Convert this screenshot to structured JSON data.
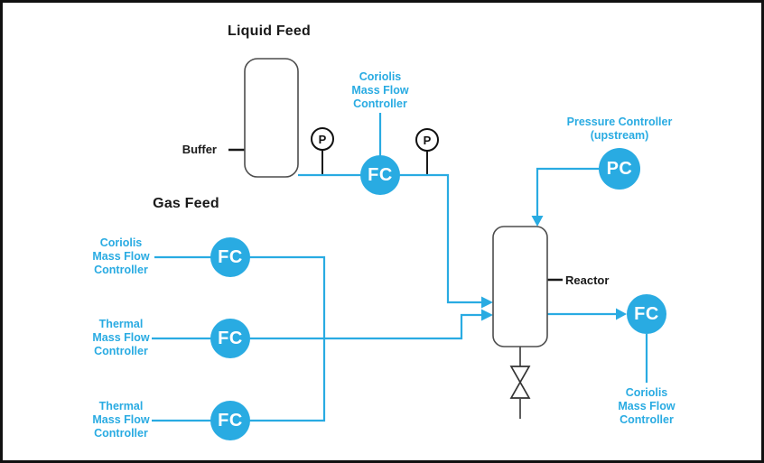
{
  "colors": {
    "accent": "#29ABE2",
    "ink": "#111111",
    "vessel_stroke": "#4d4d4d"
  },
  "titles": {
    "liquid_feed": "Liquid Feed",
    "gas_feed": "Gas Feed"
  },
  "labels": {
    "buffer": "Buffer",
    "reactor": "Reactor"
  },
  "instruments": {
    "liquid_fc": {
      "tag": "FC",
      "caption": "Coriolis\nMass Flow\nController"
    },
    "gas_fc1": {
      "tag": "FC",
      "caption": "Coriolis\nMass Flow\nController"
    },
    "gas_fc2": {
      "tag": "FC",
      "caption": "Thermal\nMass Flow\nController"
    },
    "gas_fc3": {
      "tag": "FC",
      "caption": "Thermal\nMass Flow\nController"
    },
    "outlet_fc": {
      "tag": "FC",
      "caption": "Coriolis\nMass Flow\nController"
    },
    "pressure_controller": {
      "tag": "PC",
      "caption": "Pressure Controller\n(upstream)"
    },
    "pressure_indicator_1": {
      "tag": "P"
    },
    "pressure_indicator_2": {
      "tag": "P"
    }
  }
}
